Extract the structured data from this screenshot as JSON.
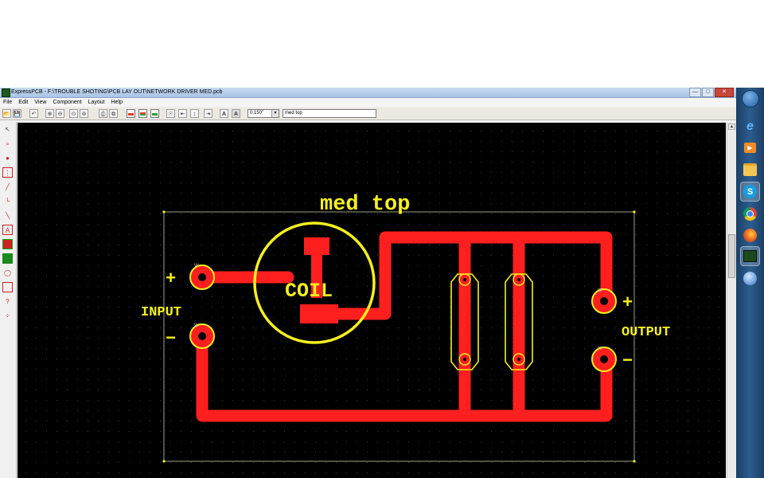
{
  "window": {
    "title": "ExpressPCB - F:\\TROUBLE SHOTING\\PCB LAY OUT\\NETWORK DRIVER MED.pcb",
    "buttons": {
      "minimize": "—",
      "maximize": "□",
      "close": "✕"
    }
  },
  "menu": [
    "File",
    "Edit",
    "View",
    "Component",
    "Layout",
    "Help"
  ],
  "toolbar": {
    "grid_value": "0.150\"",
    "text_field": "med top",
    "text_buttons": [
      "A",
      "A"
    ]
  },
  "pcb": {
    "labels": {
      "title": "med top",
      "coil": "COIL",
      "input": "INPUT",
      "output": "OUTPUT",
      "plus_in": "+",
      "minus_in": "−",
      "plus_out": "+",
      "minus_out": "−"
    },
    "pad_marks": [
      "W",
      "W",
      "W",
      "W"
    ],
    "colors": {
      "background": "#000000",
      "trace": "#ff1f1f",
      "silkscreen": "#f5f01e",
      "board_outline": "#c8c8a0"
    }
  },
  "taskbar": {
    "icons": [
      "windows-start-icon",
      "internet-explorer-icon",
      "media-player-icon",
      "folder-icon",
      "skype-icon",
      "chrome-icon",
      "firefox-icon",
      "expresspcb-icon",
      "network-icon"
    ]
  }
}
